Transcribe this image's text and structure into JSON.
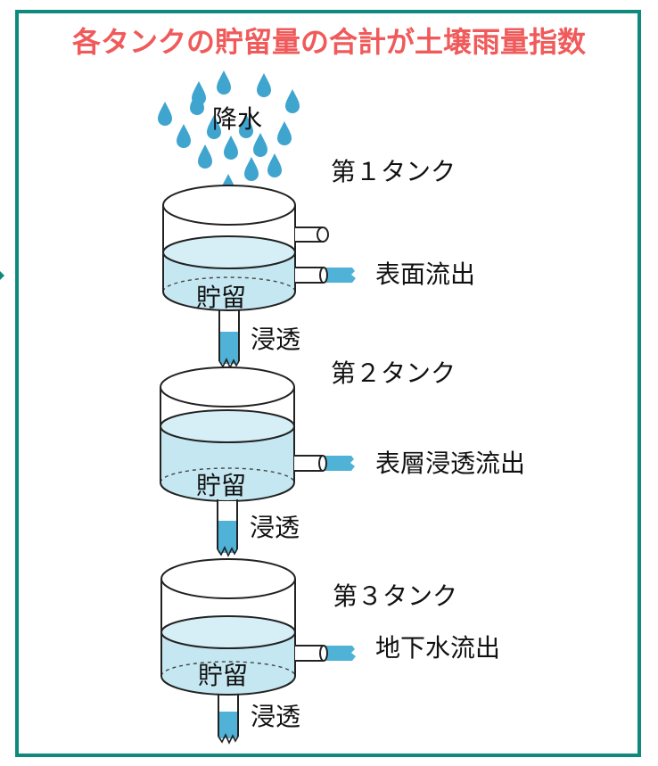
{
  "title": "各タンクの貯留量の合計が土壌雨量指数",
  "rain_label": "降水",
  "tanks": [
    {
      "name": "第１タンク",
      "storage_label": "貯留",
      "outflow_labels": [
        "表面流出"
      ],
      "infiltration_label": "浸透"
    },
    {
      "name": "第２タンク",
      "storage_label": "貯留",
      "outflow_labels": [
        "表層浸透流出"
      ],
      "infiltration_label": "浸透"
    },
    {
      "name": "第３タンク",
      "storage_label": "貯留",
      "outflow_labels": [
        "地下水流出"
      ],
      "infiltration_label": "浸透"
    }
  ],
  "colors": {
    "frame": "#0e8a7d",
    "title": "#f05a5a",
    "water": "#c4e7f1",
    "water_surface": "#d6eef6",
    "raindrop": "#3fa5cf",
    "outline": "#222222"
  }
}
